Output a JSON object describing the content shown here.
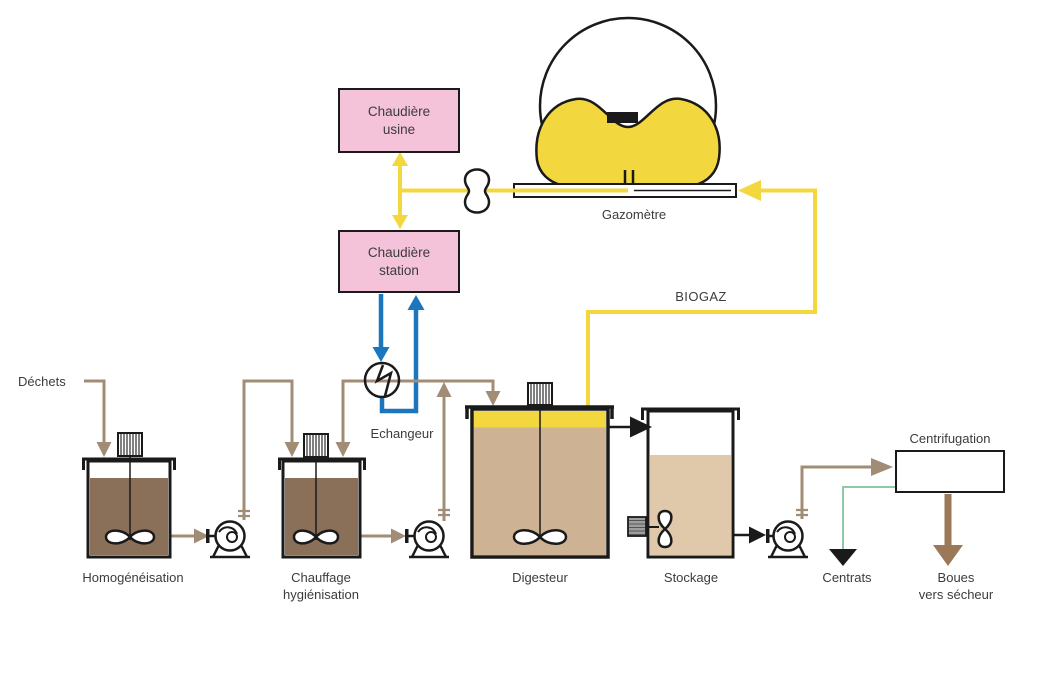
{
  "labels": {
    "dechets": "Déchets",
    "homogeneisation": "Homogénéisation",
    "chauffage": "Chauffage\nhygiénisation",
    "echangeur": "Echangeur",
    "digesteur": "Digesteur",
    "stockage": "Stockage",
    "centrats": "Centrats",
    "boues": "Boues\nvers sécheur",
    "centrifugation": "Centrifugation",
    "gazometre": "Gazomètre",
    "biogaz": "BIOGAZ",
    "chaudiere_usine": "Chaudière\nusine",
    "chaudiere_station": "Chaudière\nstation"
  },
  "colors": {
    "biogas_yellow": "#F3D73F",
    "heating_blue": "#1C76BE",
    "sludge_line_brown": "#A18C76",
    "sludge_dark_brown": "#8A7059",
    "digestate_tan": "#CEB294",
    "stockage_tan": "#E0C8AB",
    "boiler_pink": "#F4C2D9",
    "centrate_green": "#90C9A6",
    "boues_brown": "#9A7858",
    "label_gray": "#3C3C3C"
  }
}
